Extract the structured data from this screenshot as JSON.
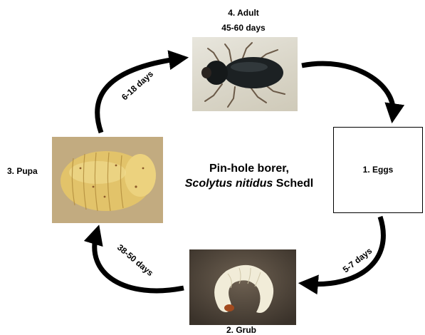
{
  "title": {
    "line1": "Pin-hole borer,",
    "species": "Scolytus nitidus",
    "author": " Schedl"
  },
  "stages": {
    "adult": {
      "name": "4. Adult",
      "duration": "45-60 days"
    },
    "eggs": {
      "name": "1. Eggs"
    },
    "grub": {
      "name": "2. Grub"
    },
    "pupa": {
      "name": "3. Pupa"
    }
  },
  "transitions": {
    "pupa_to_adult": "6-18 days",
    "eggs_to_grub": "5-7 days",
    "grub_to_pupa": "38-50 days"
  }
}
